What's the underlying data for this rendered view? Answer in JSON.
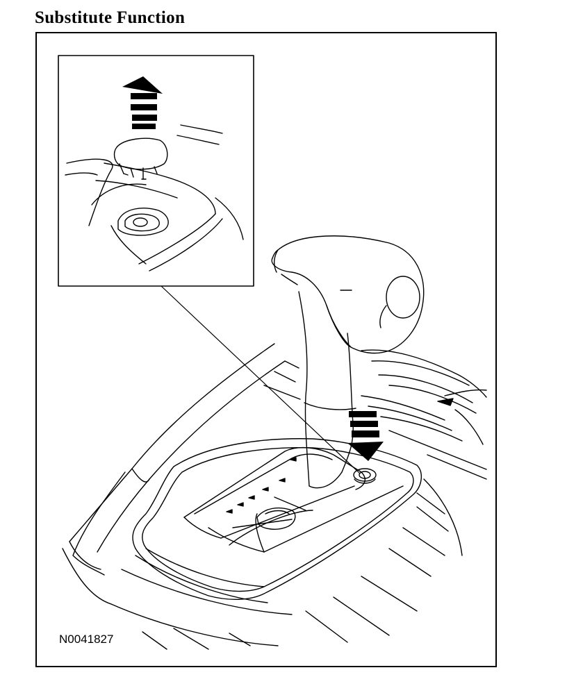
{
  "header": {
    "title": "Substitute Function"
  },
  "figure": {
    "id_label": "N0041827",
    "inset": {
      "shows": "cover removed from shift lock release access hole",
      "arrow_direction": "up"
    },
    "main": {
      "shows": "floor console gear selector lever with release access hole",
      "arrow_direction": "down"
    },
    "line_color": "#000000",
    "background": "#ffffff"
  }
}
